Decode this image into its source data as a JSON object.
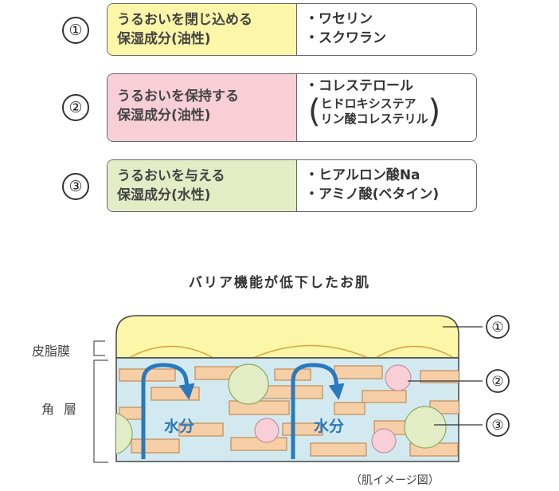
{
  "rows": [
    {
      "number": "①",
      "left_lines": [
        "うるおいを閉じ込める",
        "保湿成分(油性)"
      ],
      "right_lines": [
        "・ワセリン",
        "・スクワラン"
      ],
      "color": "#fcf6a8"
    },
    {
      "number": "②",
      "left_lines": [
        "うるおいを保持する",
        "保湿成分(油性)"
      ],
      "right_title": "・コレステロール",
      "right_paren": [
        "ヒドロキシステア",
        "リン酸コレステリル"
      ],
      "color": "#f8cfd6"
    },
    {
      "number": "③",
      "left_lines": [
        "うるおいを与える",
        "保湿成分(水性)"
      ],
      "right_lines": [
        "・ヒアルロン酸Na",
        "・アミノ酸(ベタイン)"
      ],
      "color": "#e2edc6"
    }
  ],
  "diagram": {
    "title": "バリア機能が低下したお肌",
    "label_sebum": "皮脂膜",
    "label_stratum": "角層",
    "water_labels": [
      "水分",
      "水分"
    ],
    "callouts": [
      "①",
      "②",
      "③"
    ],
    "caption": "（肌イメージ図）",
    "colors": {
      "sebum": "#fcf6a8",
      "stratum": "#d2eaef",
      "cell": "#f6cfa6",
      "pink": "#f8cfd6",
      "green": "#e2edc6",
      "arrow": "#2a78bd"
    }
  }
}
